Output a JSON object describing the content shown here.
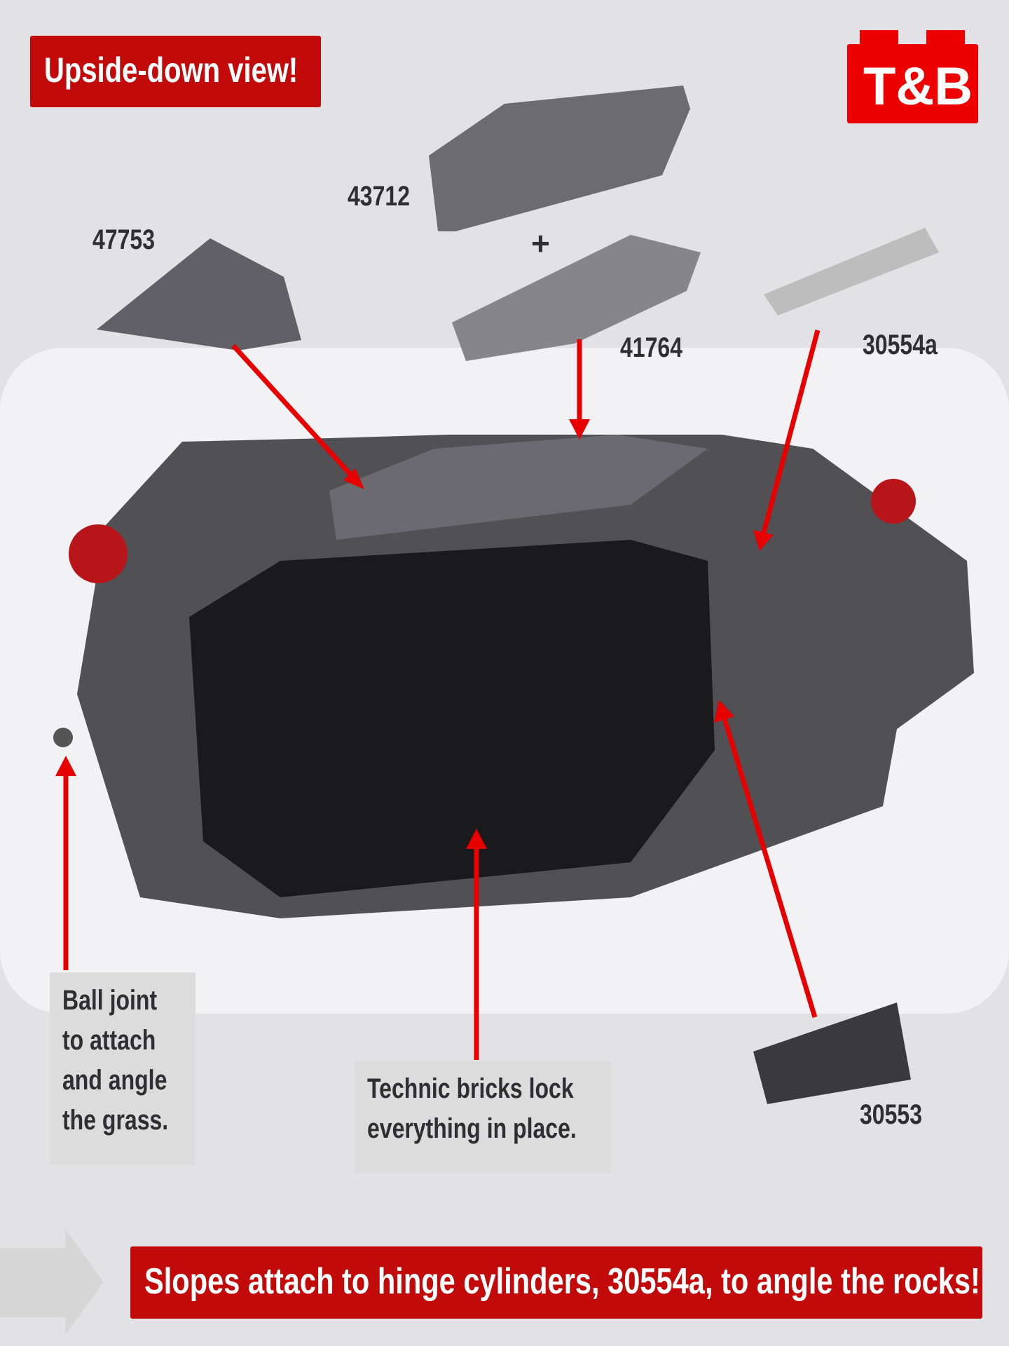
{
  "header": {
    "title": "Upside-down view!",
    "logo": "T&B"
  },
  "parts": {
    "p43712": "43712",
    "p47753": "47753",
    "plus": "+",
    "p41764": "41764",
    "p30554a": "30554a",
    "p30553": "30553"
  },
  "notes": {
    "ball_joint": [
      "Ball joint",
      "to attach",
      "and angle",
      "the grass."
    ],
    "technic": [
      "Technic bricks lock",
      "everything in place."
    ]
  },
  "banner": "Slopes attach to hinge cylinders, 30554a, to angle the rocks!",
  "colors": {
    "accent": "#c30a0a",
    "arrow": "#e60000",
    "logo": "#ee0000"
  }
}
